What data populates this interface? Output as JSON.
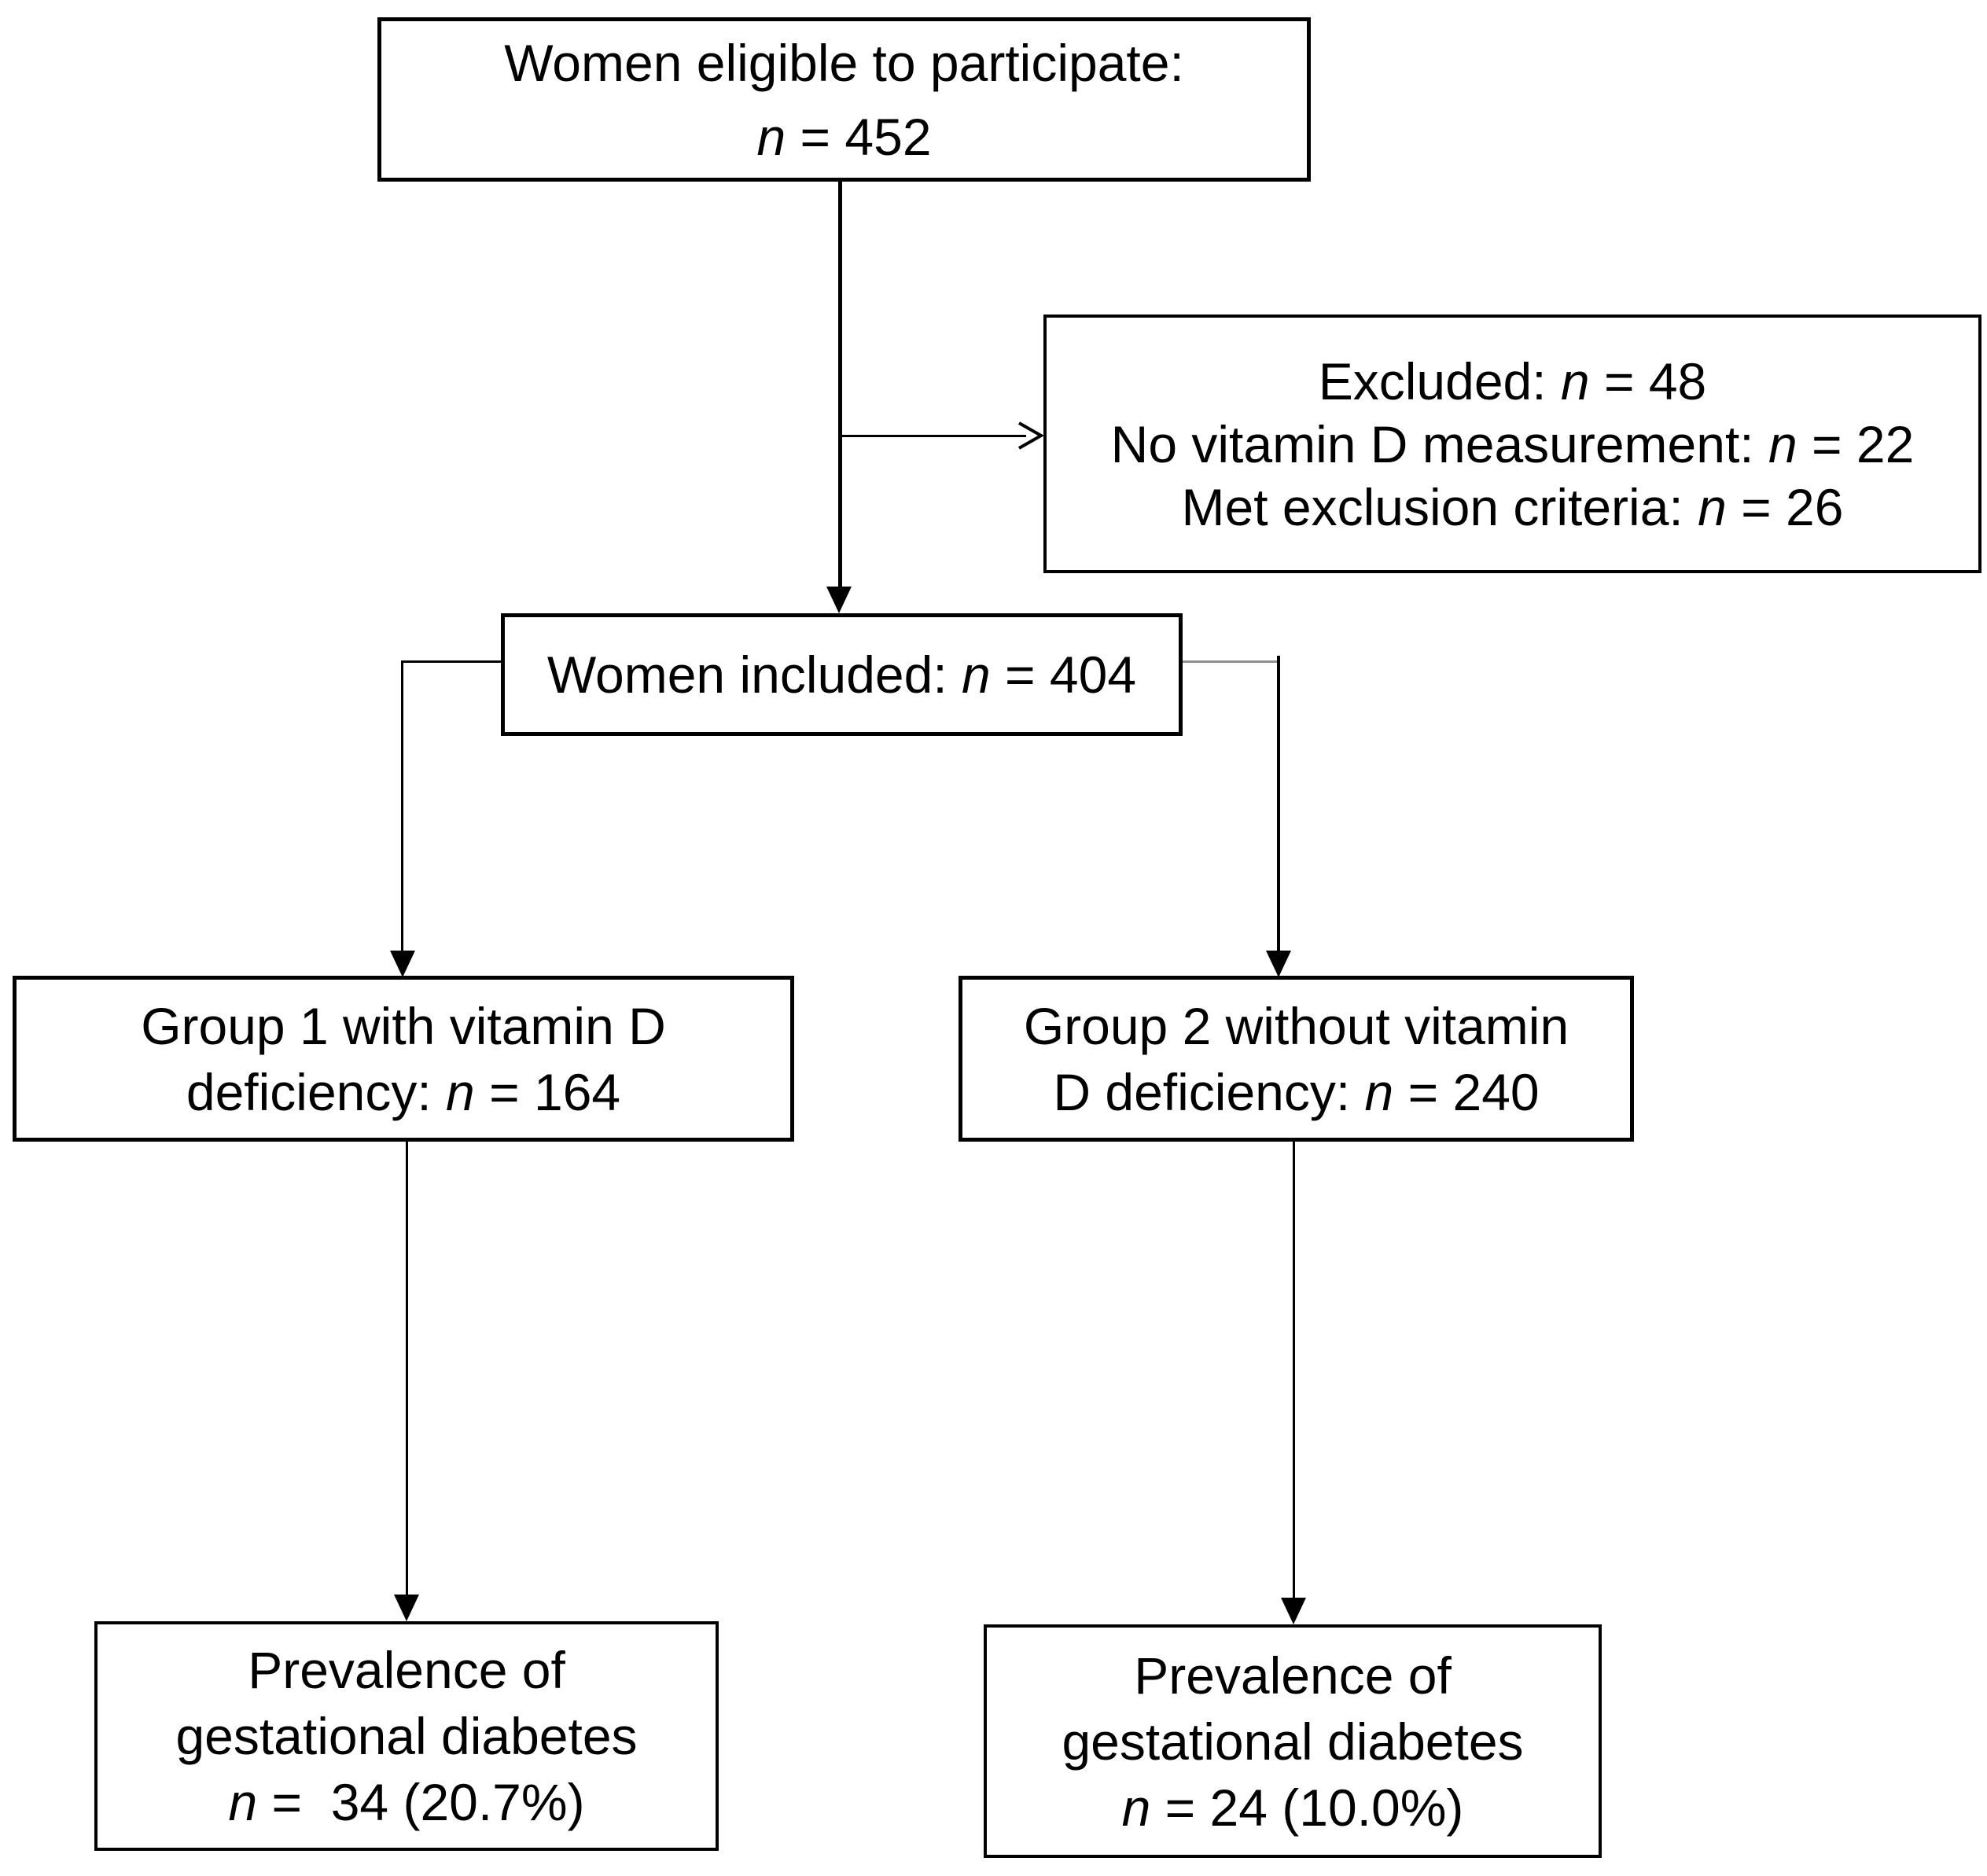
{
  "diagram": {
    "title": "Study flow diagram",
    "colors": {
      "ink": "#000000",
      "connector_gray": "#8f8f8f",
      "background": "#ffffff"
    },
    "boxes": {
      "eligible": {
        "lines": [
          {
            "pre": "Women eligible to participate:"
          },
          {
            "nvar": "n",
            "post": " = 452"
          }
        ]
      },
      "excluded": {
        "lines": [
          {
            "pre": "Excluded: ",
            "nvar": "n",
            "post": " = 48"
          },
          {
            "pre": "No vitamin D measurement: ",
            "nvar": "n",
            "post": " = 22"
          },
          {
            "pre": "Met exclusion criteria: ",
            "nvar": "n",
            "post": " = 26"
          }
        ]
      },
      "included": {
        "lines": [
          {
            "pre": "Women included: ",
            "nvar": "n",
            "post": " = 404"
          }
        ]
      },
      "group1": {
        "lines": [
          {
            "pre": "Group 1 with vitamin D"
          },
          {
            "pre": "deficiency: ",
            "nvar": "n",
            "post": " = 164"
          }
        ]
      },
      "group2": {
        "lines": [
          {
            "pre": "Group 2 without vitamin"
          },
          {
            "pre": "D deficiency: ",
            "nvar": "n",
            "post": " = 240"
          }
        ]
      },
      "prevalence1": {
        "lines": [
          {
            "pre": "Prevalence of"
          },
          {
            "pre": "gestational diabetes"
          },
          {
            "nvar": "n",
            "post": " =  34 (20.7%)"
          }
        ]
      },
      "prevalence2": {
        "lines": [
          {
            "pre": "Prevalence of"
          },
          {
            "pre": "gestational diabetes"
          },
          {
            "nvar": "n",
            "post": " = 24 (10.0%)"
          }
        ]
      }
    }
  }
}
